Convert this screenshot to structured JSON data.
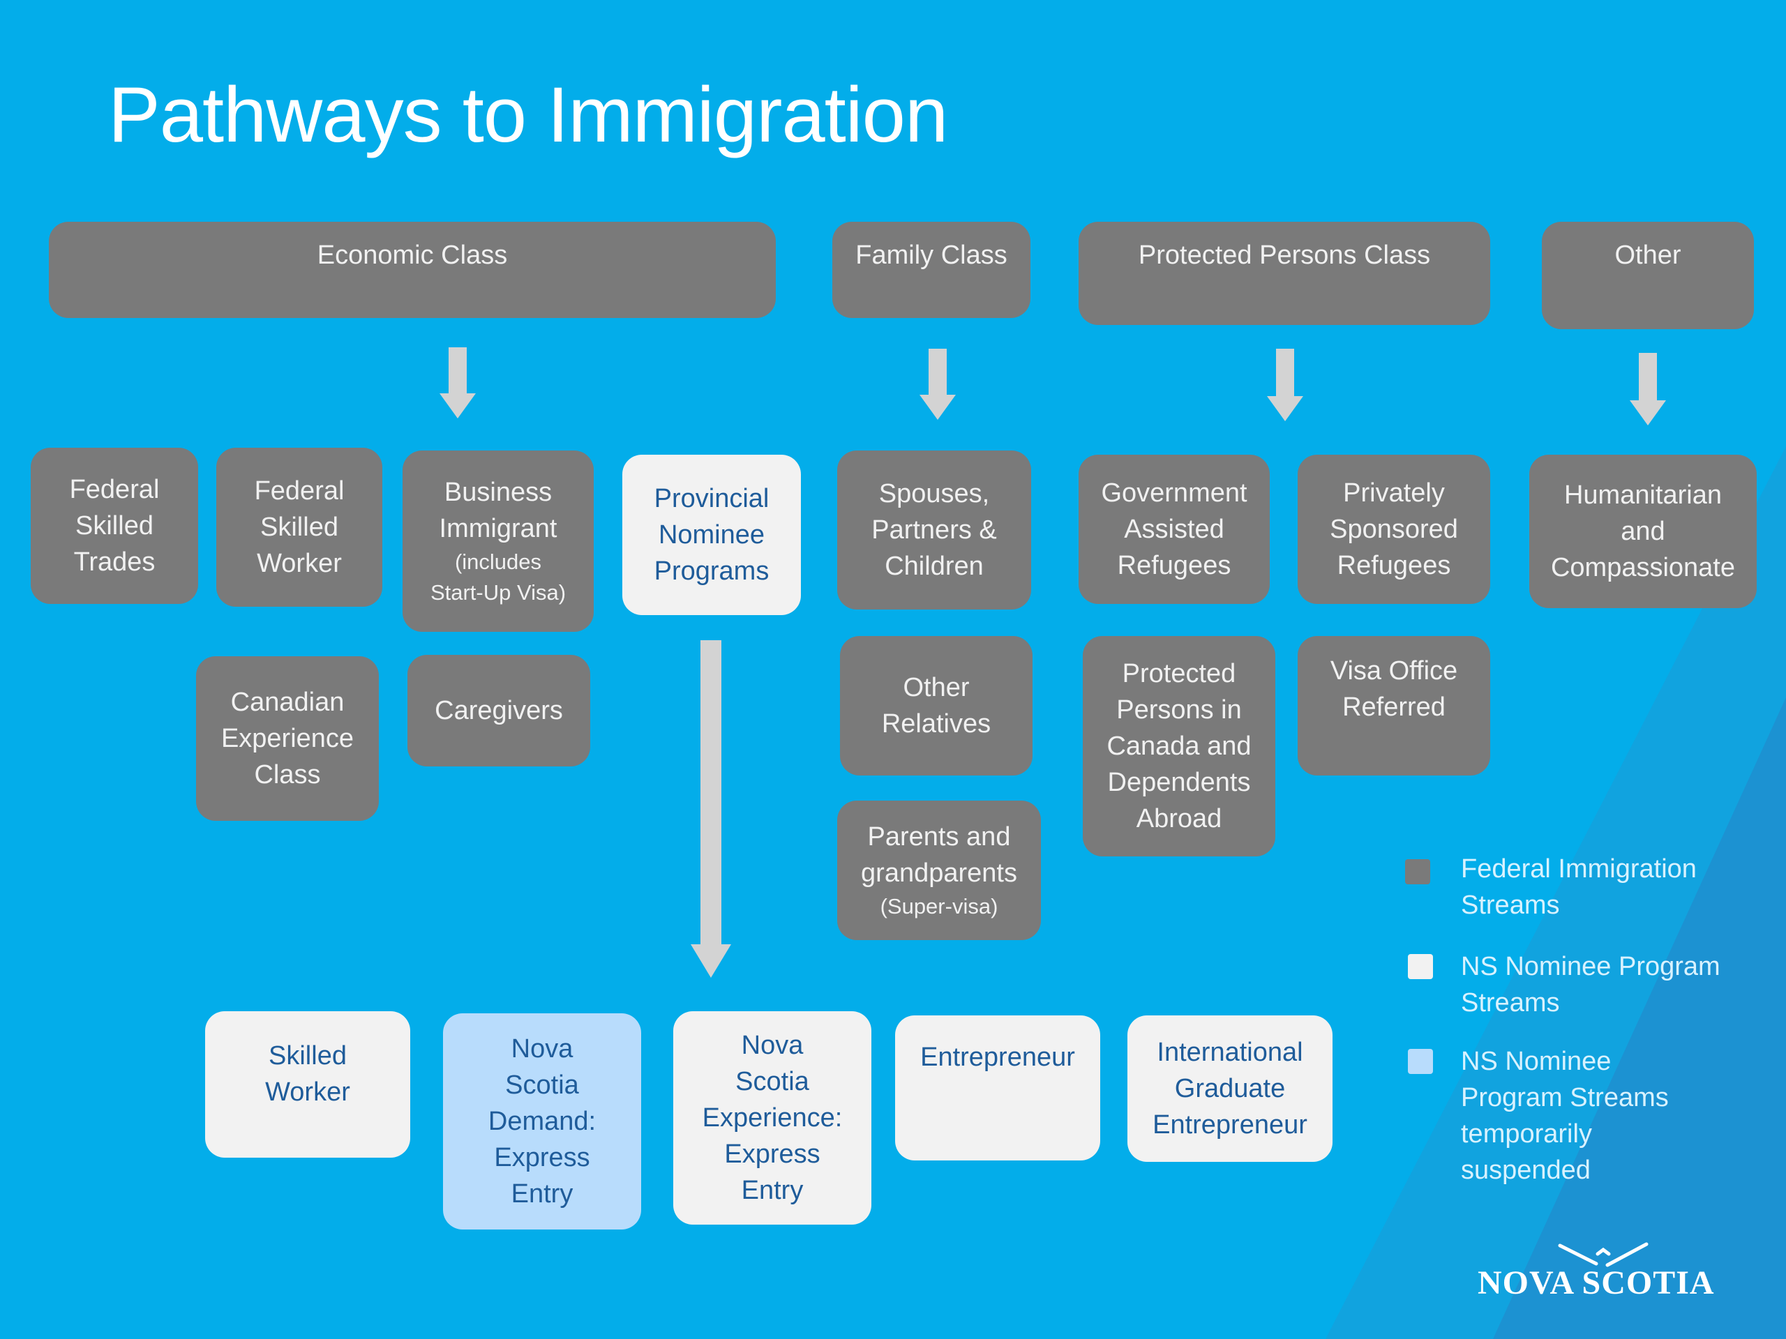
{
  "title": "Pathways to Immigration",
  "colors": {
    "background": "#03adea",
    "federal_box": "#7a7a7a",
    "nominee_box": "#f2f2f2",
    "suspended_box": "#b8dcfc",
    "arrow": "#d3d3d3"
  },
  "classes": {
    "economic": "Economic Class",
    "family": "Family Class",
    "protected": "Protected Persons Class",
    "other": "Other"
  },
  "economic_streams": {
    "federal_skilled_trades": "Federal\nSkilled\nTrades",
    "federal_skilled_worker": "Federal\nSkilled\nWorker",
    "business_immigrant": "Business\nImmigrant",
    "business_immigrant_note": "(includes\nStart-Up Visa)",
    "provincial_nominee": "Provincial\nNominee\nPrograms",
    "canadian_experience": "Canadian\nExperience\nClass",
    "caregivers": "Caregivers"
  },
  "family_streams": {
    "spouses": "Spouses,\nPartners &\nChildren",
    "other_relatives": "Other\nRelatives",
    "parents": "Parents and\ngrandparents",
    "parents_note": "(Super-visa)"
  },
  "protected_streams": {
    "government_assisted": "Government\nAssisted\nRefugees",
    "privately_sponsored": "Privately\nSponsored\nRefugees",
    "protected_persons": "Protected\nPersons in\nCanada and\nDependents\nAbroad",
    "visa_office": "Visa Office\nReferred"
  },
  "other_streams": {
    "humanitarian": "Humanitarian\nand\nCompassionate"
  },
  "ns_streams": {
    "skilled_worker": "Skilled\nWorker",
    "ns_demand": "Nova\nScotia\nDemand:\nExpress\nEntry",
    "ns_experience": "Nova\nScotia\nExperience:\nExpress\nEntry",
    "entrepreneur": "Entrepreneur",
    "intl_graduate": "International\nGraduate\nEntrepreneur"
  },
  "legend": [
    {
      "label": "Federal Immigration\nStreams",
      "color": "#7a7a7a"
    },
    {
      "label": "NS Nominee Program\nStreams",
      "color": "#f2f2f2"
    },
    {
      "label": "NS Nominee\nProgram Streams\ntemporarily\nsuspended",
      "color": "#b8dcfc"
    }
  ],
  "logo": "NOVA SCOTIA"
}
